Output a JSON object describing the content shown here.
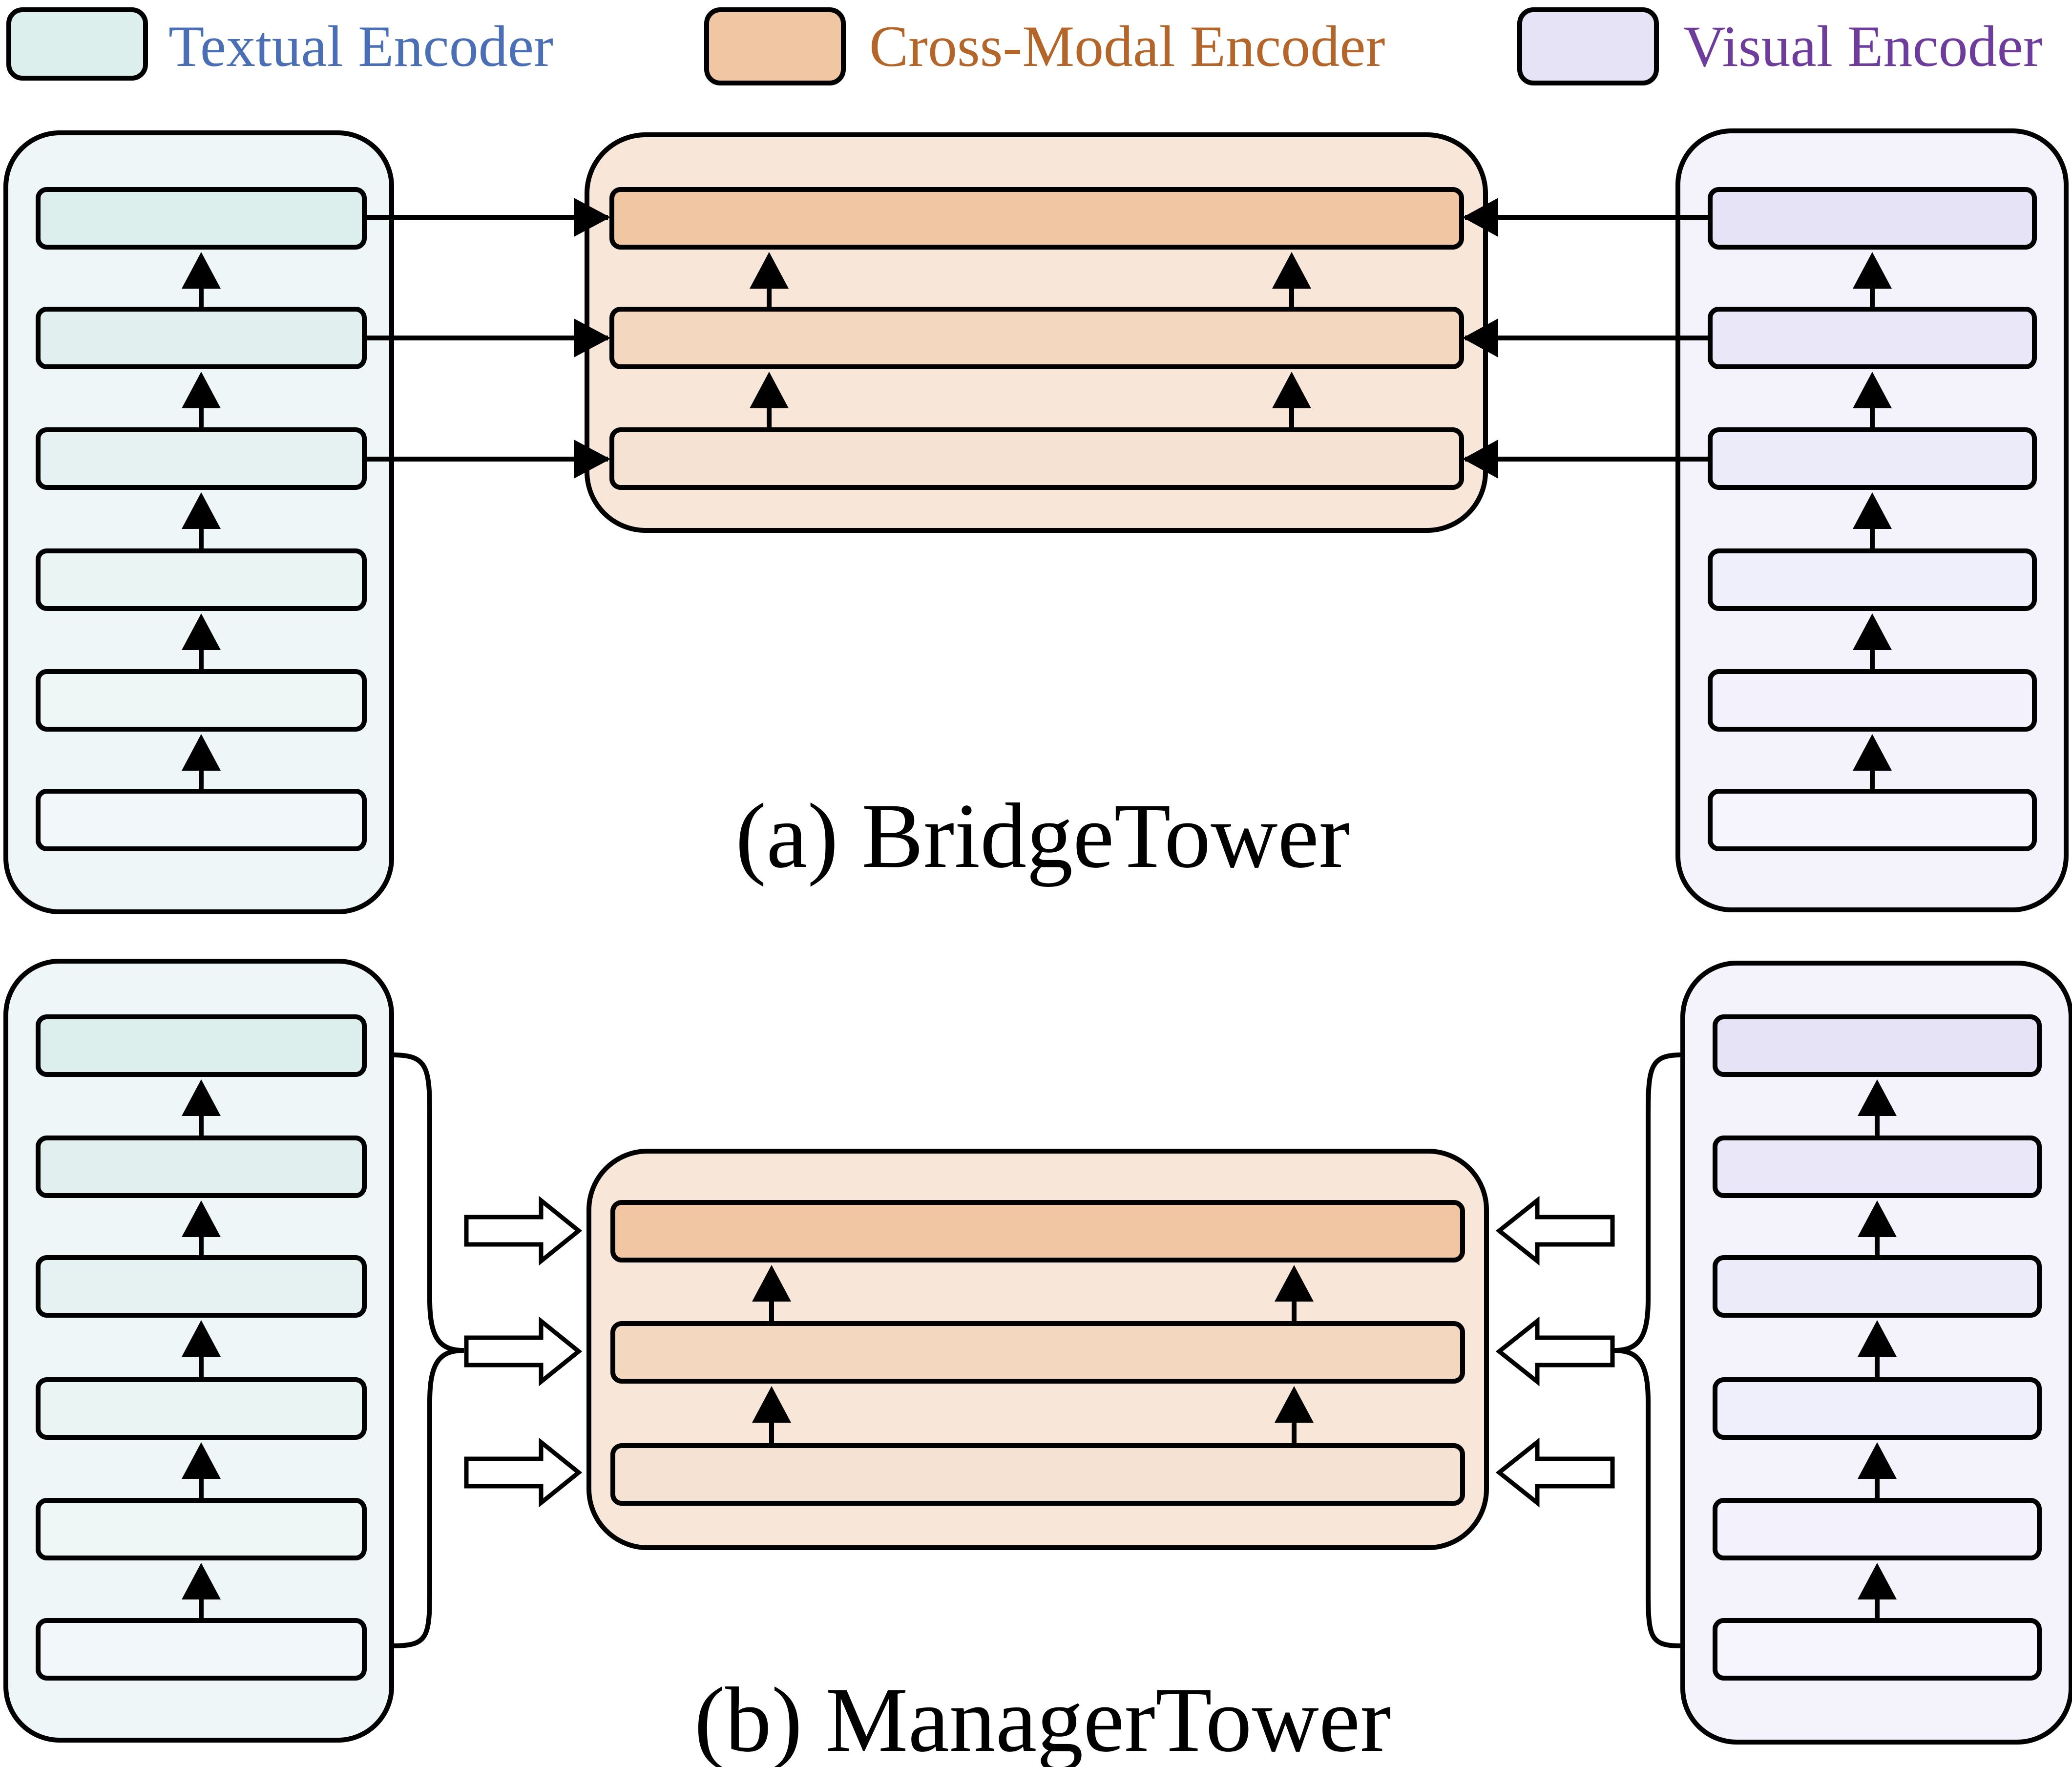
{
  "legend": {
    "textual": {
      "label": "Textual Encoder",
      "color": "#4a6fb5",
      "swatch": "#dcefec"
    },
    "cross_modal": {
      "label": "Cross-Modal Encoder",
      "color": "#b4652a",
      "swatch": "#f0c7a2"
    },
    "visual": {
      "label": "Visual Encoder",
      "color": "#6e3d9c",
      "swatch": "#e6e3f6"
    }
  },
  "panels": {
    "a": {
      "caption": "(a) BridgeTower"
    },
    "b": {
      "caption": "(b) ManagerTower"
    }
  },
  "colors": {
    "textual_panel": "#eef6f7",
    "visual_panel": "#f4f3fb",
    "cross_panel": "#f8e6d8",
    "cross_layer_top": "#f0c7a2",
    "cross_layer_mid": "#f3d7bf",
    "cross_layer_bottom": "#f6e2d3",
    "textual_layers": [
      "#f2f8f9",
      "#eef6f6",
      "#eaf4f3",
      "#e6f2f1",
      "#e1f0ef",
      "#dcefec"
    ],
    "visual_layers": [
      "#f6f5fd",
      "#f3f2fc",
      "#efeefb",
      "#ecebfa",
      "#e9e7f8",
      "#e6e3f6"
    ],
    "stroke": "#000000"
  },
  "icons": {
    "layer_arrow": "up-arrow-icon",
    "bridge_arrow": "right-arrow-icon",
    "manager_arrow": "hollow-arrow-icon",
    "manager_brace": "curly-brace-icon"
  }
}
